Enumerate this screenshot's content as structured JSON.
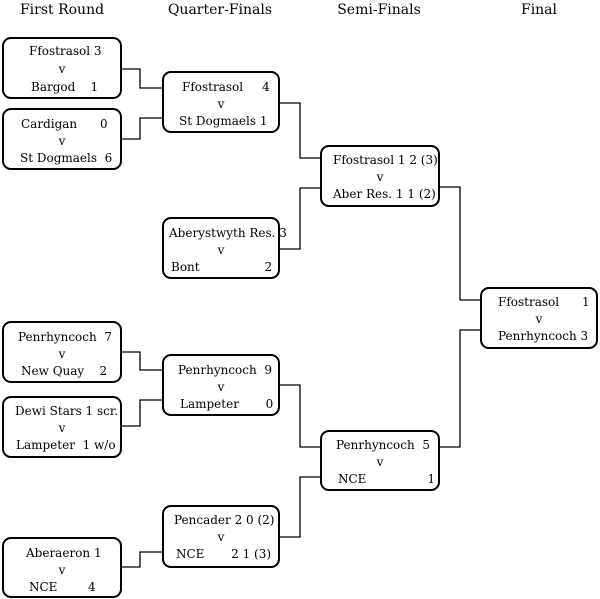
{
  "headers": {
    "r1": "First Round",
    "qf": "Quarter-Finals",
    "sf": "Semi-Finals",
    "final": "Final"
  },
  "vs": "v",
  "r1": [
    {
      "top": "Ffostrasol 3",
      "bot": "Bargod    1"
    },
    {
      "top": "Cardigan      0",
      "bot": "St Dogmaels  6"
    },
    {
      "top": "Penrhyncoch  7",
      "bot": "New Quay    2"
    },
    {
      "top": "Dewi Stars 1 scr.",
      "bot": "Lampeter  1 w/o"
    },
    {
      "top": "Aberaeron 1",
      "bot": "NCE        4"
    }
  ],
  "qf": [
    {
      "top": "Ffostrasol     4",
      "bot": "St Dogmaels 1"
    },
    {
      "top": "Aberystwyth Res. 3",
      "bot": "Bont                 2"
    },
    {
      "top": "Penrhyncoch  9",
      "bot": "Lampeter       0"
    },
    {
      "top": "Pencader 2 0 (2)",
      "bot": "NCE       2 1 (3)"
    }
  ],
  "sf": [
    {
      "top": "Ffostrasol 1 2 (3)",
      "bot": "Aber Res. 1 1 (2)"
    },
    {
      "top": "Penrhyncoch  5",
      "bot": "NCE                1"
    }
  ],
  "final": {
    "top": "Ffostrasol      1",
    "bot": "Penrhyncoch 3"
  }
}
